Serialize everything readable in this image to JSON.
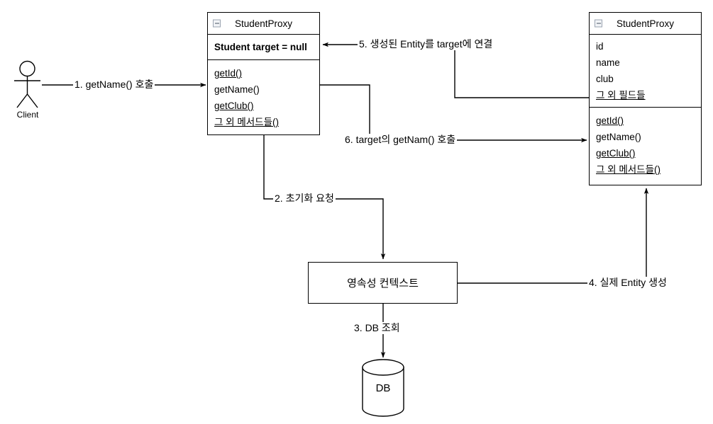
{
  "diagram": {
    "title": "JPA Lazy Loading Proxy Sequence Diagram",
    "background": "#ffffff",
    "stroke": "#000000"
  },
  "actor": {
    "name": "client-actor",
    "label": "Client"
  },
  "proxy_class": {
    "title": "StudentProxy",
    "collapse_icon": "collapse-minus-icon",
    "fields": [
      "Student target = null"
    ],
    "methods": [
      "getId()",
      "getName()",
      "getClub()",
      "그 외 메서드들()"
    ]
  },
  "entity_class": {
    "title": "StudentProxy",
    "collapse_icon": "collapse-minus-icon",
    "fields": [
      "id",
      "name",
      "club",
      "그 외 필드들"
    ],
    "methods": [
      "getId()",
      "getName()",
      "getClub()",
      "그 외 메서드들()"
    ]
  },
  "persistence_context": {
    "label": "영속성 컨텍스트"
  },
  "database": {
    "label": "DB"
  },
  "edges": [
    {
      "id": "1",
      "label": "1. getName() 호출"
    },
    {
      "id": "2",
      "label": "2. 초기화 요청"
    },
    {
      "id": "3",
      "label": "3. DB 조회"
    },
    {
      "id": "4",
      "label": "4. 실제 Entity 생성"
    },
    {
      "id": "5",
      "label": "5. 생성된 Entity를 target에 연결"
    },
    {
      "id": "6",
      "label": "6. target의 getNam() 호출"
    }
  ]
}
